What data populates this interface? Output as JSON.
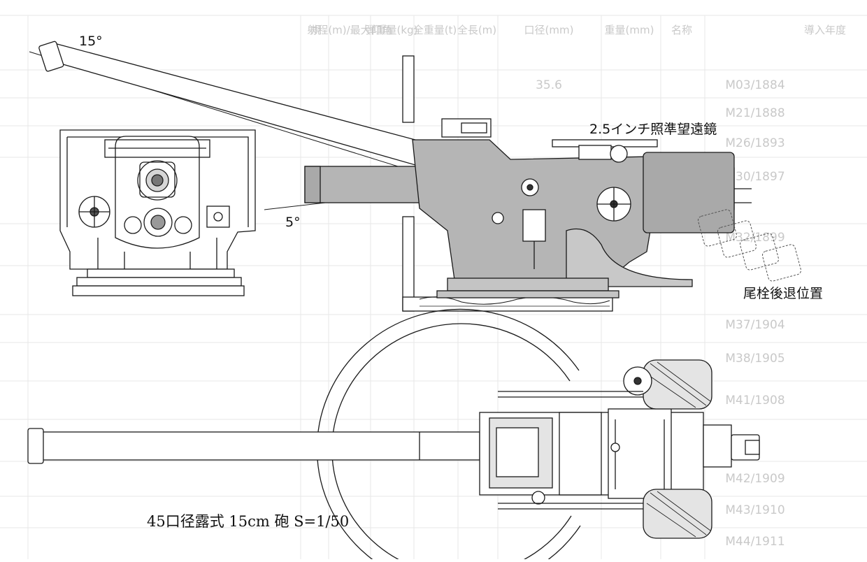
{
  "labels": {
    "angle_up": "15°",
    "angle_down": "5°",
    "telescope": "2.5インチ照準望遠鏡",
    "breech": "尾栓後退位置",
    "caption": "45口径露式 15cm 砲 S=1/50"
  },
  "background_table": {
    "header": [
      "導入年度",
      "名称",
      "重量(mm)",
      "口径(mm)",
      "全長(m)",
      "全重量(t)",
      "弾重量(kg)",
      "射程(m)/最大仰角",
      "規"
    ],
    "rows": [
      [
        "M03/1884",
        "",
        "",
        "35.6",
        "",
        "",
        "",
        "",
        ""
      ],
      [
        "M21/1888",
        "",
        "",
        "",
        "",
        "",
        "",
        "",
        ""
      ],
      [
        "M26/1893",
        "",
        "",
        "",
        "",
        "",
        "",
        "",
        ""
      ],
      [
        "M30/1897",
        "",
        "",
        "",
        "",
        "",
        "",
        "",
        ""
      ],
      [
        "M32/1899",
        "",
        "",
        "",
        "",
        "",
        "",
        "",
        ""
      ],
      [
        "M37/1904",
        "",
        "",
        "",
        "",
        "",
        "",
        "",
        ""
      ],
      [
        "M38/1905",
        "",
        "",
        "",
        "",
        "",
        "",
        "",
        ""
      ],
      [
        "M41/1908",
        "",
        "",
        "",
        "",
        "",
        "",
        "",
        ""
      ],
      [
        "M42/1909",
        "",
        "",
        "",
        "",
        "",
        "",
        "",
        ""
      ],
      [
        "M43/1910",
        "",
        "",
        "",
        "",
        "",
        "",
        "",
        ""
      ],
      [
        "M44/1911",
        "",
        "",
        "",
        "",
        "",
        "",
        "",
        ""
      ]
    ]
  },
  "colors": {
    "line": "#1a1a1a",
    "gray_fill": "#b5b5b5",
    "light_fill": "#e4e4e4",
    "ghost_text": "#c9c9c9"
  }
}
